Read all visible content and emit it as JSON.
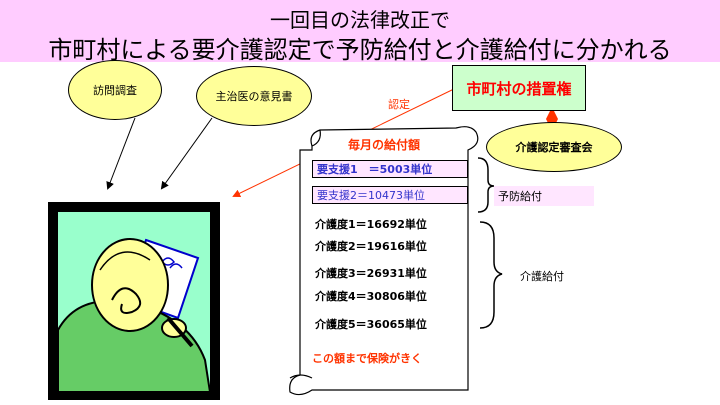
{
  "title": {
    "line1": "一回目の法律改正で",
    "line2": "市町村による要介護認定で予防給付と介護給付に分かれる"
  },
  "bubbles": {
    "home_visit": "訪問調査",
    "doctor_opinion": "主治医の意見書",
    "review_board": "介護認定審査会"
  },
  "municipal_power": "市町村の措置権",
  "certification_label": "認定",
  "scroll": {
    "header": "毎月の給付額",
    "support_levels": [
      "要支援1　＝5003単位",
      "要支援2＝10473単位"
    ],
    "care_levels": [
      "介護度1＝16692単位",
      "介護度2＝19616単位",
      "介護度3＝26931単位",
      "介護度4＝30806単位",
      "介護度5＝36065単位"
    ],
    "footer": "この額まで保険がきく"
  },
  "brackets": {
    "preventive": "予防給付",
    "care": "介護給付"
  },
  "colors": {
    "title_band": "#ffccff",
    "bubble": "#ffff99",
    "accent_red": "#ff3300",
    "support_text": "#3333cc",
    "picture_bg": "#99ffcc",
    "person_shirt": "#66cc66"
  }
}
